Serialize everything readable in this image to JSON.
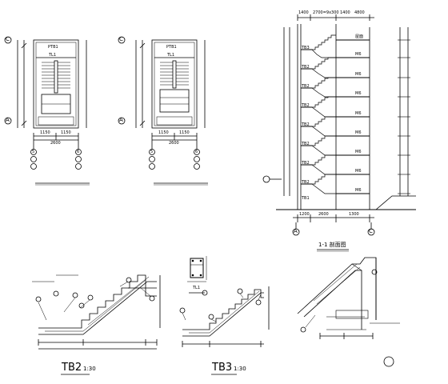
{
  "plans": {
    "stair_plan_1": {
      "code": "PTB1",
      "beam": "TL1",
      "axis_top": "C",
      "axis_bottom": "A",
      "grid_left": "5",
      "grid_right": "6",
      "dims_bottom": [
        "1150",
        "1150",
        "2600"
      ]
    },
    "stair_plan_2": {
      "code": "PTB1",
      "beam": "TL1",
      "axis_top": "C",
      "axis_bottom": "A",
      "grid_left": "5",
      "grid_right": "6",
      "dims_bottom": [
        "1150",
        "1150",
        "2600"
      ]
    }
  },
  "section": {
    "title": "1-1 剖面图",
    "top_dims": [
      "1400",
      "2700=9x300",
      "1400",
      "4800"
    ],
    "landing_codes": [
      "TB3",
      "TB2",
      "TB2",
      "TB2",
      "TB2",
      "TB2",
      "TB2",
      "TB2",
      "TB1"
    ],
    "floor_tags": [
      "屋面",
      "M6",
      "M6",
      "M6",
      "M6",
      "M6",
      "M6",
      "M6",
      "M6"
    ],
    "bottom_dims": [
      "1200",
      "2600",
      "1300"
    ],
    "axis_left": "A",
    "axis_right": "C"
  },
  "details": {
    "tb2_title": "TB2",
    "tb2_scale": "1:30",
    "tb3_title": "TB3",
    "tb3_scale": "1:30",
    "tl_label": "TL1",
    "circled_ref": "①"
  }
}
